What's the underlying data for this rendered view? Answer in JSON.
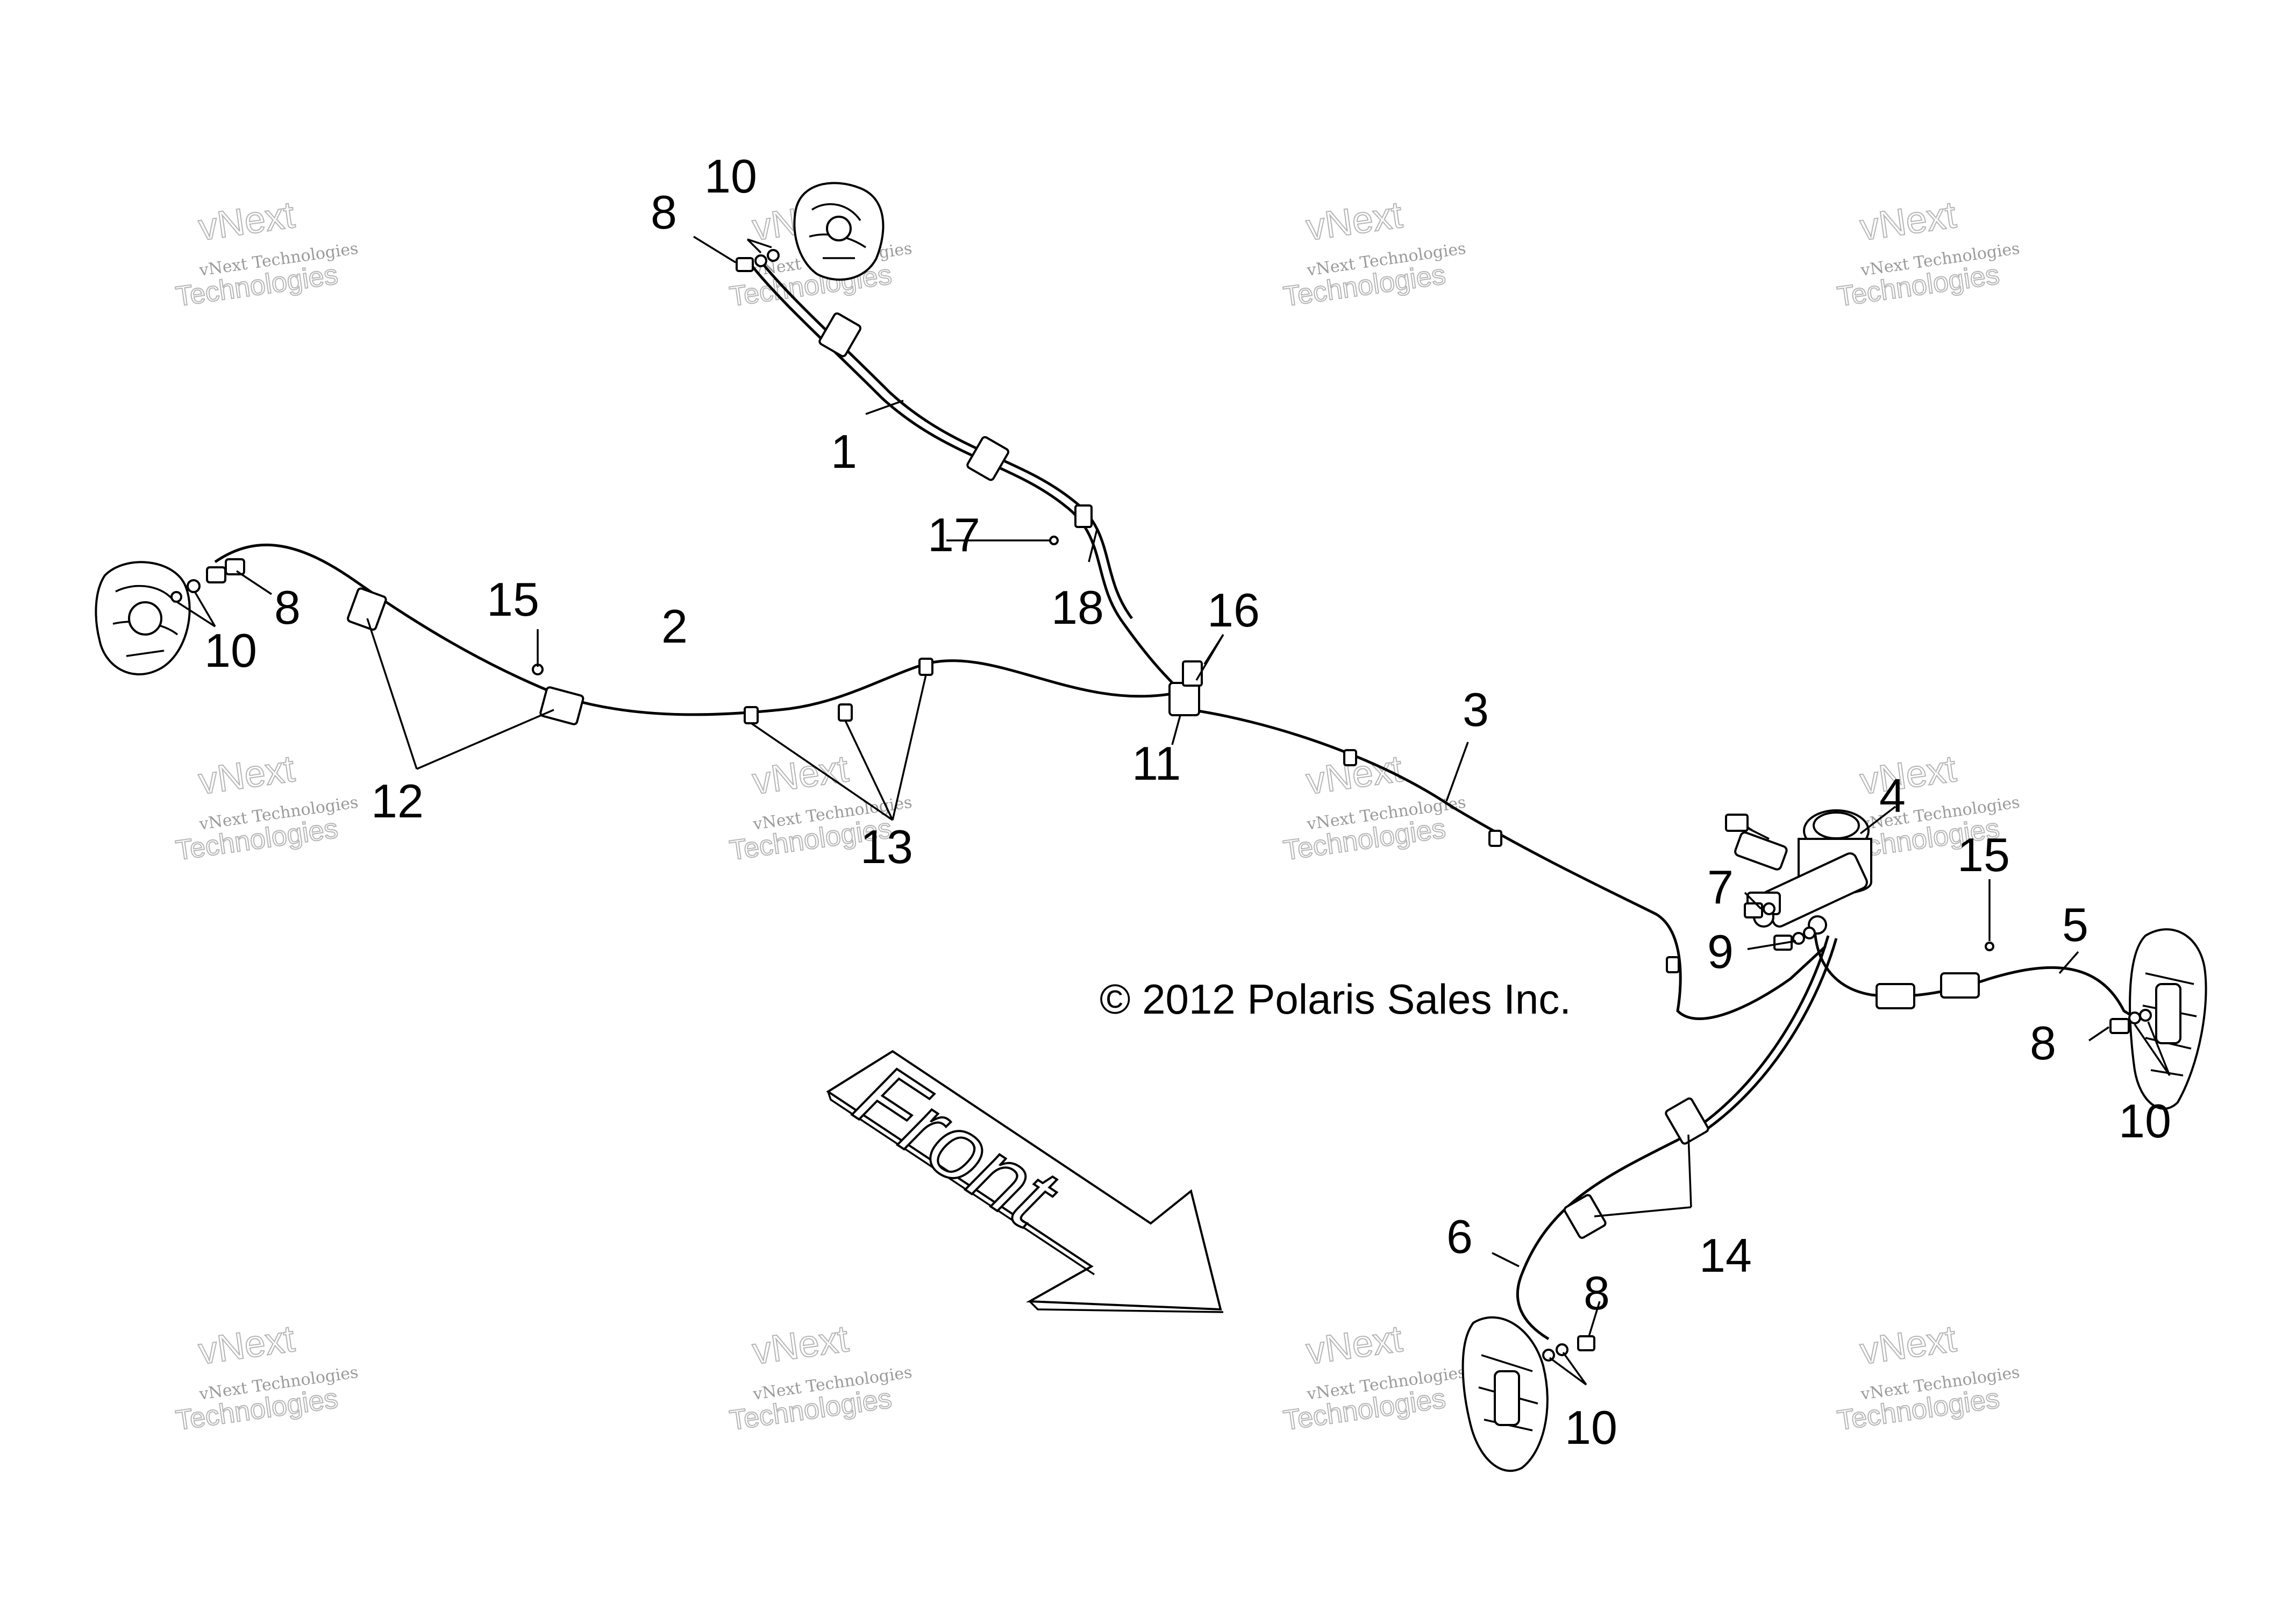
{
  "copyright": "© 2012 Polaris Sales Inc.",
  "front_label": "Front",
  "watermark": {
    "line1": "vNext Technologies",
    "line2": "vNext",
    "line3": "Technologies"
  },
  "callouts": [
    "1",
    "2",
    "3",
    "4",
    "5",
    "6",
    "7",
    "8",
    "9",
    "10",
    "11",
    "12",
    "13",
    "14",
    "15",
    "16",
    "17",
    "18"
  ],
  "colors": {
    "ink": "#000000",
    "watermark": "#b5b5b5",
    "background": "#ffffff"
  }
}
